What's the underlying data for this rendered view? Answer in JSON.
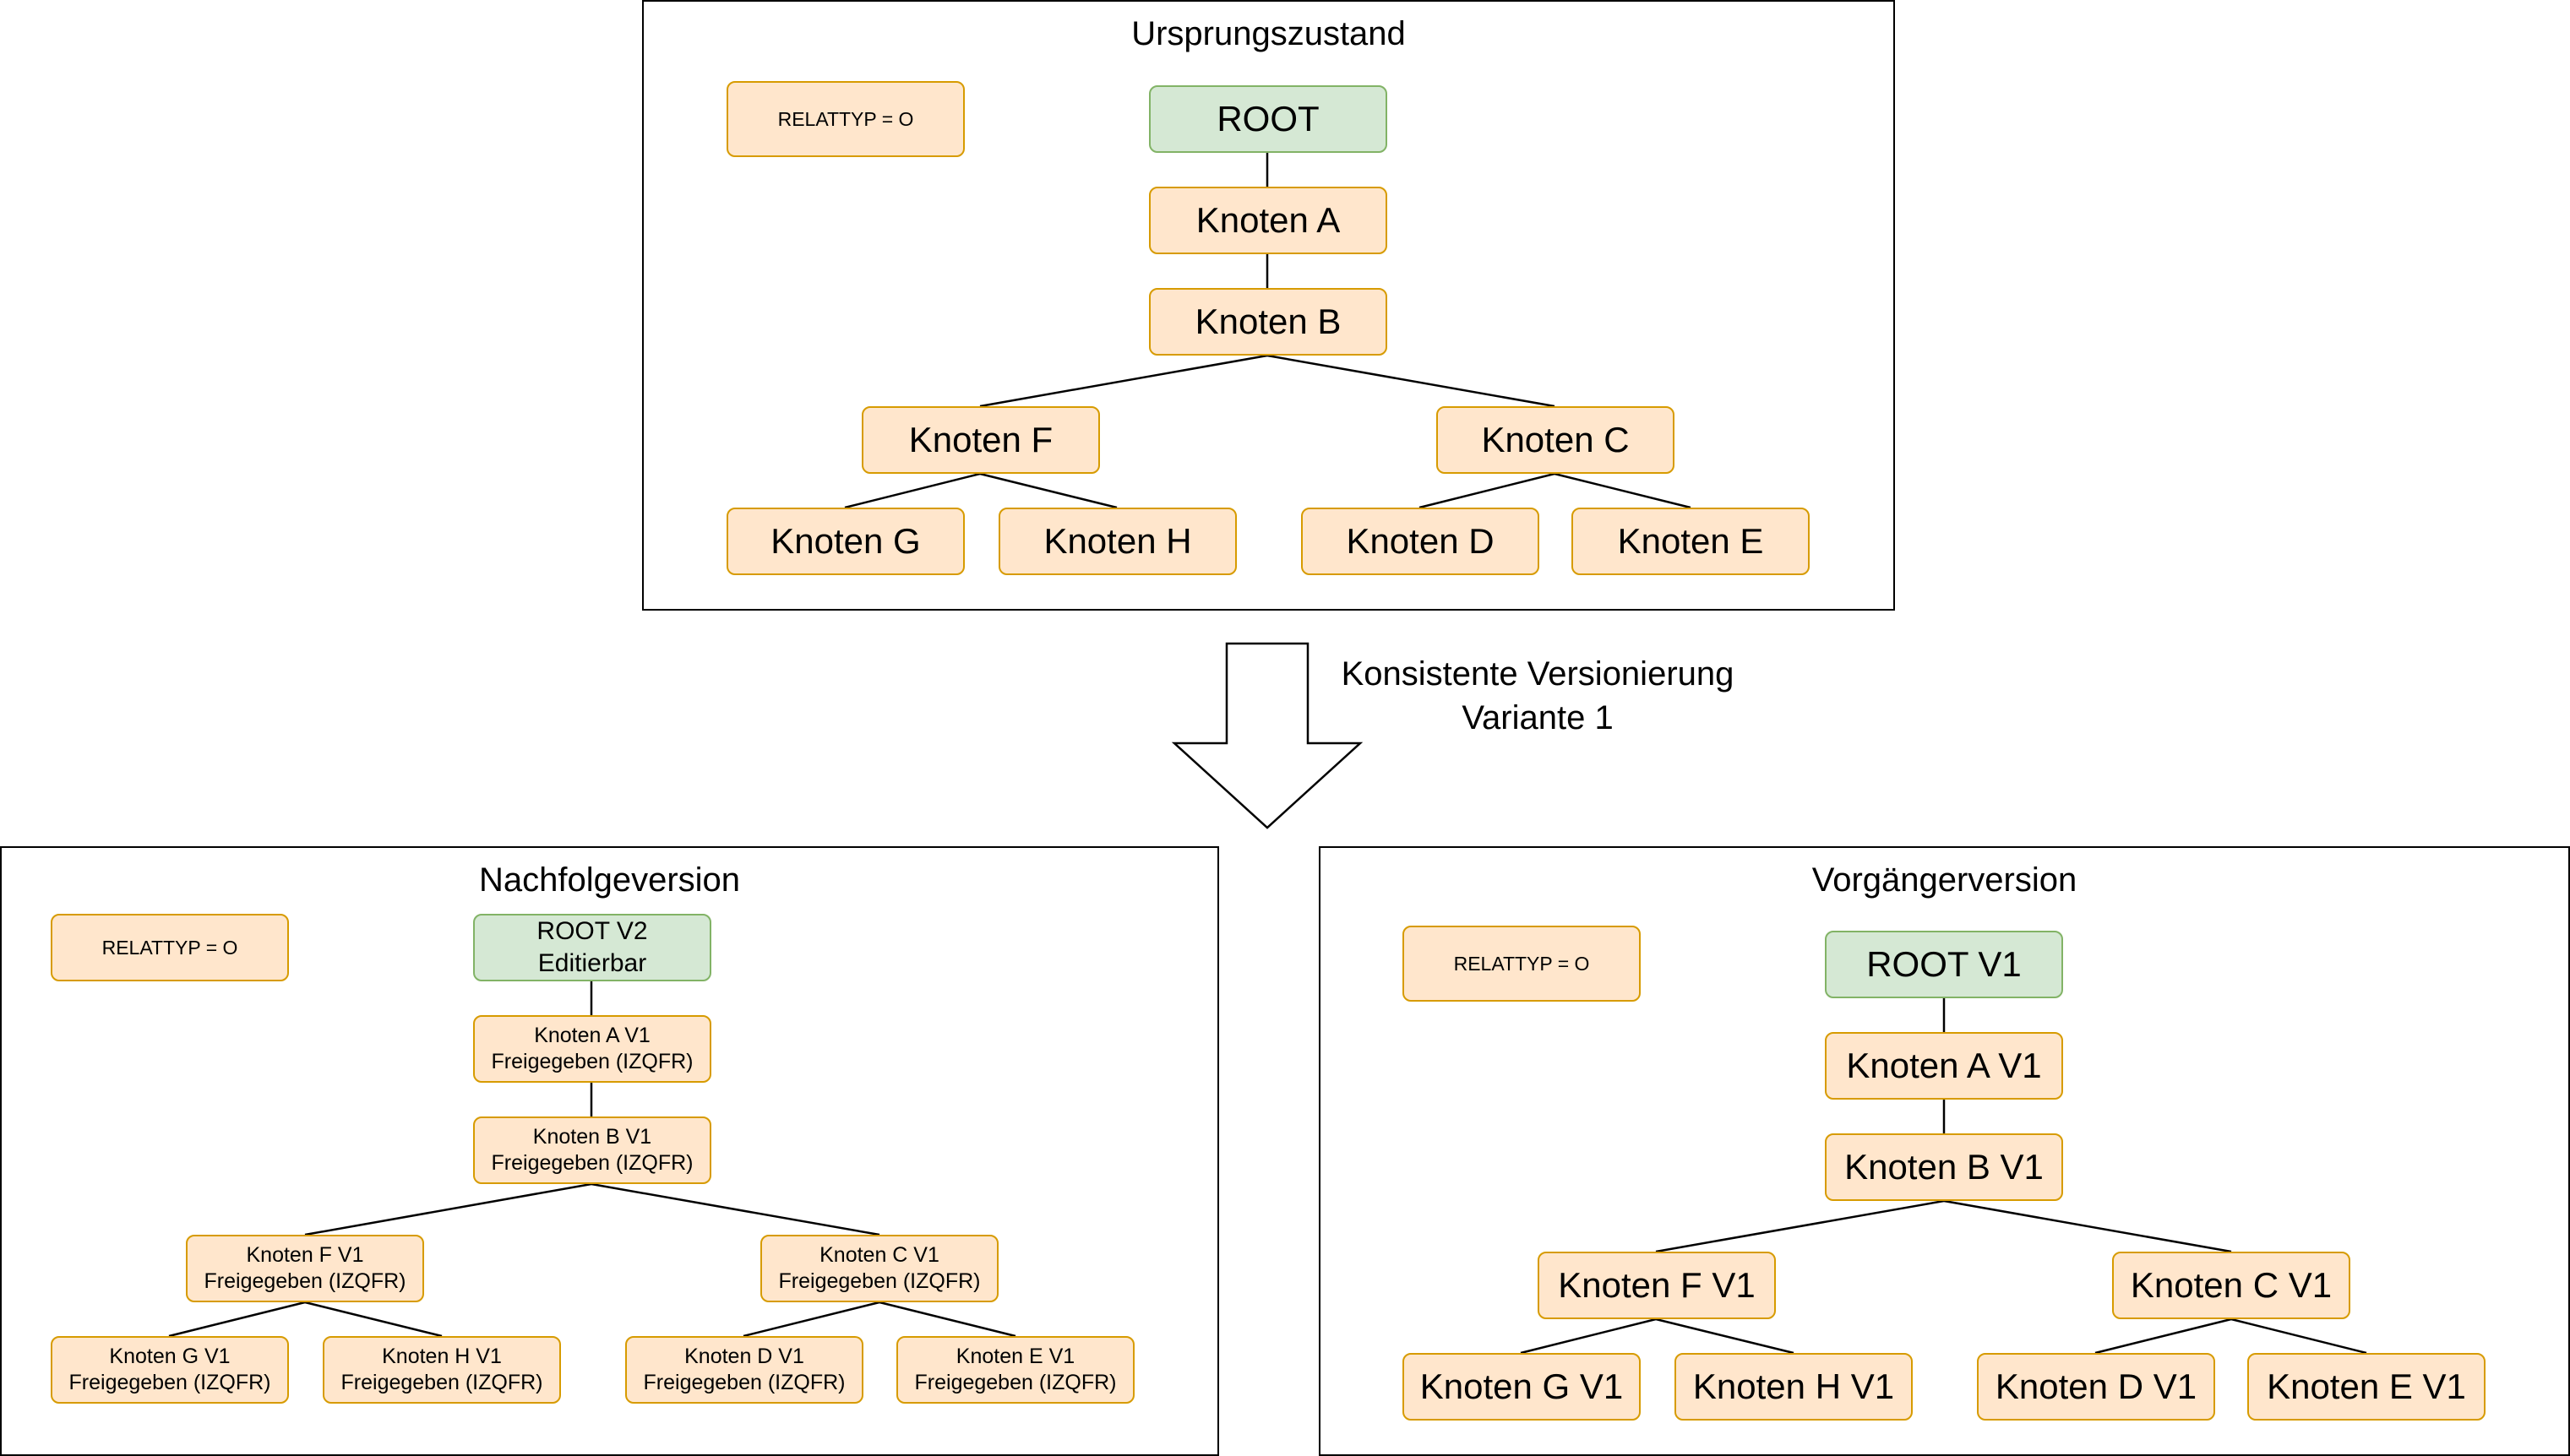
{
  "arrow": {
    "caption_line1": "Konsistente Versionierung",
    "caption_line2": "Variante 1"
  },
  "top_panel": {
    "title": "Ursprungszustand",
    "relattyp": "RELATTYP = O",
    "root": "ROOT",
    "node_a": "Knoten A",
    "node_b": "Knoten B",
    "node_f": "Knoten F",
    "node_c": "Knoten C",
    "node_g": "Knoten G",
    "node_h": "Knoten H",
    "node_d": "Knoten D",
    "node_e": "Knoten E"
  },
  "left_panel": {
    "title": "Nachfolgeversion",
    "relattyp": "RELATTYP = O",
    "root": {
      "name": "ROOT V2",
      "status": "Editierbar"
    },
    "node_a": {
      "name": "Knoten A V1",
      "status": "Freigegeben (IZQFR)"
    },
    "node_b": {
      "name": "Knoten B V1",
      "status": "Freigegeben (IZQFR)"
    },
    "node_f": {
      "name": "Knoten F V1",
      "status": "Freigegeben (IZQFR)"
    },
    "node_c": {
      "name": "Knoten C V1",
      "status": "Freigegeben (IZQFR)"
    },
    "node_g": {
      "name": "Knoten G V1",
      "status": "Freigegeben (IZQFR)"
    },
    "node_h": {
      "name": "Knoten H V1",
      "status": "Freigegeben (IZQFR)"
    },
    "node_d": {
      "name": "Knoten D V1",
      "status": "Freigegeben (IZQFR)"
    },
    "node_e": {
      "name": "Knoten E V1",
      "status": "Freigegeben (IZQFR)"
    }
  },
  "right_panel": {
    "title": "Vorgängerversion",
    "relattyp": "RELATTYP = O",
    "root": "ROOT V1",
    "node_a": "Knoten A V1",
    "node_b": "Knoten B V1",
    "node_f": "Knoten F V1",
    "node_c": "Knoten C V1",
    "node_g": "Knoten G V1",
    "node_h": "Knoten H V1",
    "node_d": "Knoten D V1",
    "node_e": "Knoten E V1"
  }
}
